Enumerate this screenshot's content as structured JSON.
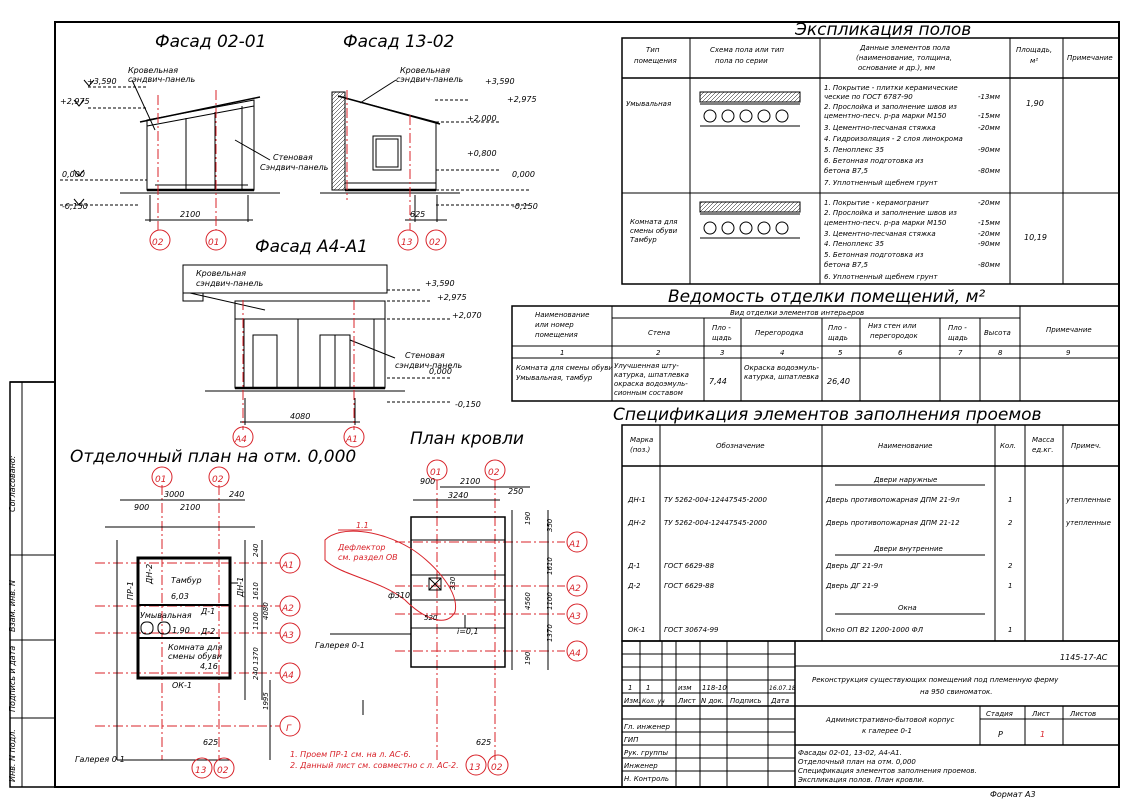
{
  "titles": {
    "facade1": "Фасад 02-01",
    "facade2": "Фасад 13-02",
    "facade3": "Фасад А4-А1",
    "finish_plan": "Отделочный план на отм. 0,000",
    "roof_plan": "План кровли",
    "floors": "Экспликация полов",
    "finishing": "Ведомость отделки помещений, м²",
    "spec": "Спецификация элементов заполнения проемов"
  },
  "labels": {
    "roof_panel_a": "Кровельная",
    "roof_panel_b": "сэндвич-панель",
    "wall_panel_a": "Стеновая",
    "wall_panel_b": "Сэндвич-панель",
    "wall_panel_b2": "сэндвич-панель",
    "gallery": "Галерея 0-1",
    "vestibule": "Тамбур",
    "washroom": "Умывальная",
    "shoe_room_a": "Комната для",
    "shoe_room_b": "смены обуви",
    "deflector_a": "Дефлектор",
    "deflector_b": "см. раздел ОВ",
    "pr1": "ПР-1",
    "dn2": "ДН-2",
    "dn1": "ДН-1",
    "d1": "Д-1",
    "d2": "Д-2",
    "ok1": "ОК-1",
    "slope": "i=0,1",
    "mark11": "1.1",
    "area_603": "6,03",
    "area_190": "1,90",
    "area_416": "4,16",
    "diam": "ф310",
    "d330": "330",
    "d520": "520"
  },
  "elevations": {
    "e3590": "+3,590",
    "e2975": "+2,975",
    "e2000": "+2,000",
    "e2070": "+2,070",
    "e0800": "+0,800",
    "e0000": "0,000",
    "e0150": "-0,150"
  },
  "dims": {
    "d2100": "2100",
    "d625": "625",
    "d4080": "4080",
    "d3000": "3000",
    "d900": "900",
    "d240": "240",
    "d1610": "1610",
    "d1100": "1100",
    "d1370": "1370",
    "d1995": "1995",
    "d3240": "3240",
    "d250": "250",
    "d190": "190",
    "d350": "350",
    "d4560": "4560"
  },
  "axes": {
    "a02": "02",
    "a01": "01",
    "a13": "13",
    "aA1": "А1",
    "aA2": "А2",
    "aA3": "А3",
    "aA4": "А4",
    "aG": "Г"
  },
  "notes": {
    "n1": "1. Проем ПР-1 см. на л. АС-6.",
    "n2": "2. Данный лист см. совместно с л. АС-2."
  },
  "floors_table": {
    "headers": {
      "type_a": "Тип",
      "type_b": "помещения",
      "scheme_a": "Схема пола или тип",
      "scheme_b": "пола по серии",
      "data_a": "Данные элементов пола",
      "data_b": "(наименование, толщина,",
      "data_c": "основание и др.), мм",
      "area_a": "Площадь,",
      "area_b": "м²",
      "note": "Примечание"
    },
    "row1": {
      "room": "Умывальная",
      "l1": "1. Покрытие - плитки керамические",
      "l1b": "ческие по ГОСТ 6787-90",
      "v1": "-13мм",
      "l2": "2. Прослойка и заполнение швов из",
      "l2b": "цементно-песч. р-ра марки М150",
      "v2": "-15мм",
      "l3": "3. Цементно-песчаная стяжка",
      "v3": "-20мм",
      "l4": "4. Гидроизоляция - 2 слоя линокрома",
      "l5": "5. Пеноплекс 35",
      "v5": "-90мм",
      "l6": "6. Бетонная подготовка из",
      "l6b": "бетона В7,5",
      "v6": "-80мм",
      "l7": "7. Уплотненный щебнем грунт",
      "area": "1,90"
    },
    "row2": {
      "room_a": "Комната для",
      "room_b": "смены обуви",
      "room_c": "Тамбур",
      "l1": "1. Покрытие - керамогранит",
      "v1": "-20мм",
      "l2": "2. Прослойка и заполнение швов из",
      "l2b": "цементно-песч. р-ра марки М150",
      "v2": "-15мм",
      "l3": "3. Цементно-песчаная стяжка",
      "v3": "-20мм",
      "l4": "4. Пеноплекс 35",
      "v4": "-90мм",
      "l5": "5. Бетонная подготовка из",
      "l5b": "бетона В7,5",
      "v5": "-80мм",
      "l6": "6. Уплотненный щебнем грунт",
      "area": "10,19"
    }
  },
  "finish_table": {
    "h_name_a": "Наименование",
    "h_name_b": "или номер",
    "h_name_c": "помещения",
    "h_group": "Вид отделки элементов интерьеров",
    "h_wall": "Стена",
    "h_area_a": "Пло -",
    "h_area_b": "щадь",
    "h_part": "Перегородка",
    "h_low_a": "Низ стен или",
    "h_low_b": "перегородок",
    "h_height": "Высота",
    "h_note": "Примечание",
    "n1": "1",
    "n2": "2",
    "n3": "3",
    "n4": "4",
    "n5": "5",
    "n6": "6",
    "n7": "7",
    "n8": "8",
    "n9": "9",
    "r_name_a": "Комната для смены обуви",
    "r_name_b": "Умывальная, тамбур",
    "r_wall_a": "Улучшенная шту-",
    "r_wall_b": "катурка, шпатлевка",
    "r_wall_c": "окраска водоэмуль-",
    "r_wall_d": "сионным составом",
    "r_area1": "7,44",
    "r_part_a": "Окраска водоэмуль-",
    "r_part_b": "катурка, шпатлевка",
    "r_area2": "26,40"
  },
  "spec_table": {
    "h_mark_a": "Марка",
    "h_mark_b": "(поз.)",
    "h_code": "Обозначение",
    "h_name": "Наименование",
    "h_qty": "Кол.",
    "h_mass_a": "Масса",
    "h_mass_b": "ед.кг.",
    "h_note": "Примеч.",
    "g_outer": "Двери наружные",
    "g_inner": "Двери внутренние",
    "g_windows": "Окна",
    "rows": [
      {
        "mark": "ДН-1",
        "code": "ТУ 5262-004-12447545-2000",
        "name": "Дверь противопожарная ДПМ 21-9л",
        "qty": "1",
        "note": "утепленные"
      },
      {
        "mark": "ДН-2",
        "code": "ТУ 5262-004-12447545-2000",
        "name": "Дверь противопожарная ДПМ 21-12",
        "qty": "2",
        "note": "утепленные"
      },
      {
        "mark": "Д-1",
        "code": "ГОСТ 6629-88",
        "name": "Дверь ДГ 21-9л",
        "qty": "2",
        "note": ""
      },
      {
        "mark": "Д-2",
        "code": "ГОСТ 6629-88",
        "name": "Дверь ДГ 21-9",
        "qty": "1",
        "note": ""
      },
      {
        "mark": "ОК-1",
        "code": "ГОСТ 30674-99",
        "name": "Окно ОП В2 1200-1000 ФЛ",
        "qty": "1",
        "note": ""
      }
    ]
  },
  "stamp": {
    "code": "1145-17-АС",
    "project_a": "Реконструкция существующих помещений под племенную ферму",
    "project_b": "на 950 свиноматок.",
    "rev_1": "1",
    "rev_2": "1",
    "rev_3": "изм",
    "rev_4": "118-10",
    "rev_date": "16.07.18",
    "h_izm": "Изм.",
    "h_kol": "Кол. уч",
    "h_list": "Лист",
    "h_doc": "N док.",
    "h_sign": "Подпись",
    "h_date": "Дата",
    "role1": "Гл. инженер",
    "role2": "ГИП",
    "role3": "Рук. группы",
    "role4": "Инженер",
    "role5": "Н. Контроль",
    "object_a": "Административно-бытовой корпус",
    "object_b": "к галерее 0-1",
    "h_stage": "Стадия",
    "h_sheet": "Лист",
    "h_sheets": "Листов",
    "stage": "Р",
    "sheet": "1",
    "desc1": "Фасады 02-01, 13-02, А4-А1.",
    "desc2": "Отделочный план на отм. 0,000",
    "desc3": "Спецификация элементов заполнения проемов.",
    "desc4": "Экспликация полов. План кровли.",
    "format": "Формат А3"
  },
  "side": {
    "agreed": "Согласовано:",
    "inv_replace": "Взам. инв. N",
    "sign_date": "Подпись и дата",
    "inv_orig": "Инв. N подл."
  }
}
